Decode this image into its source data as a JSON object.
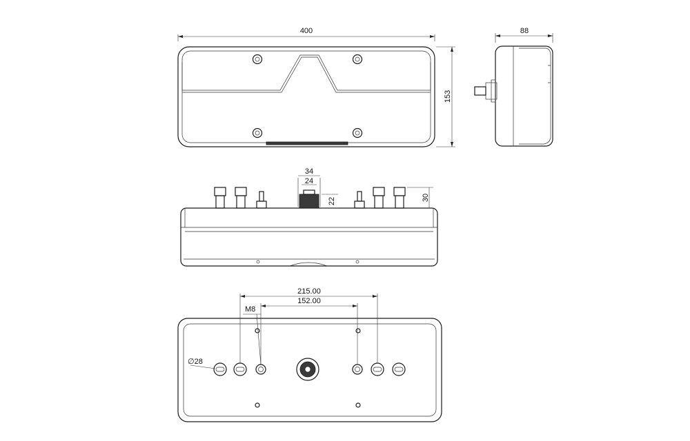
{
  "dimensions": {
    "width": "400",
    "depth": "88",
    "height": "153",
    "connector_outer": "34",
    "connector_inner": "24",
    "connector_height": "22",
    "stud_height": "30",
    "bolt_spacing_outer": "215.00",
    "bolt_spacing_inner": "152.00",
    "thread": "M8",
    "gland_diameter": "∅28"
  },
  "colors": {
    "line": "#1a1a1a",
    "background": "#ffffff"
  }
}
